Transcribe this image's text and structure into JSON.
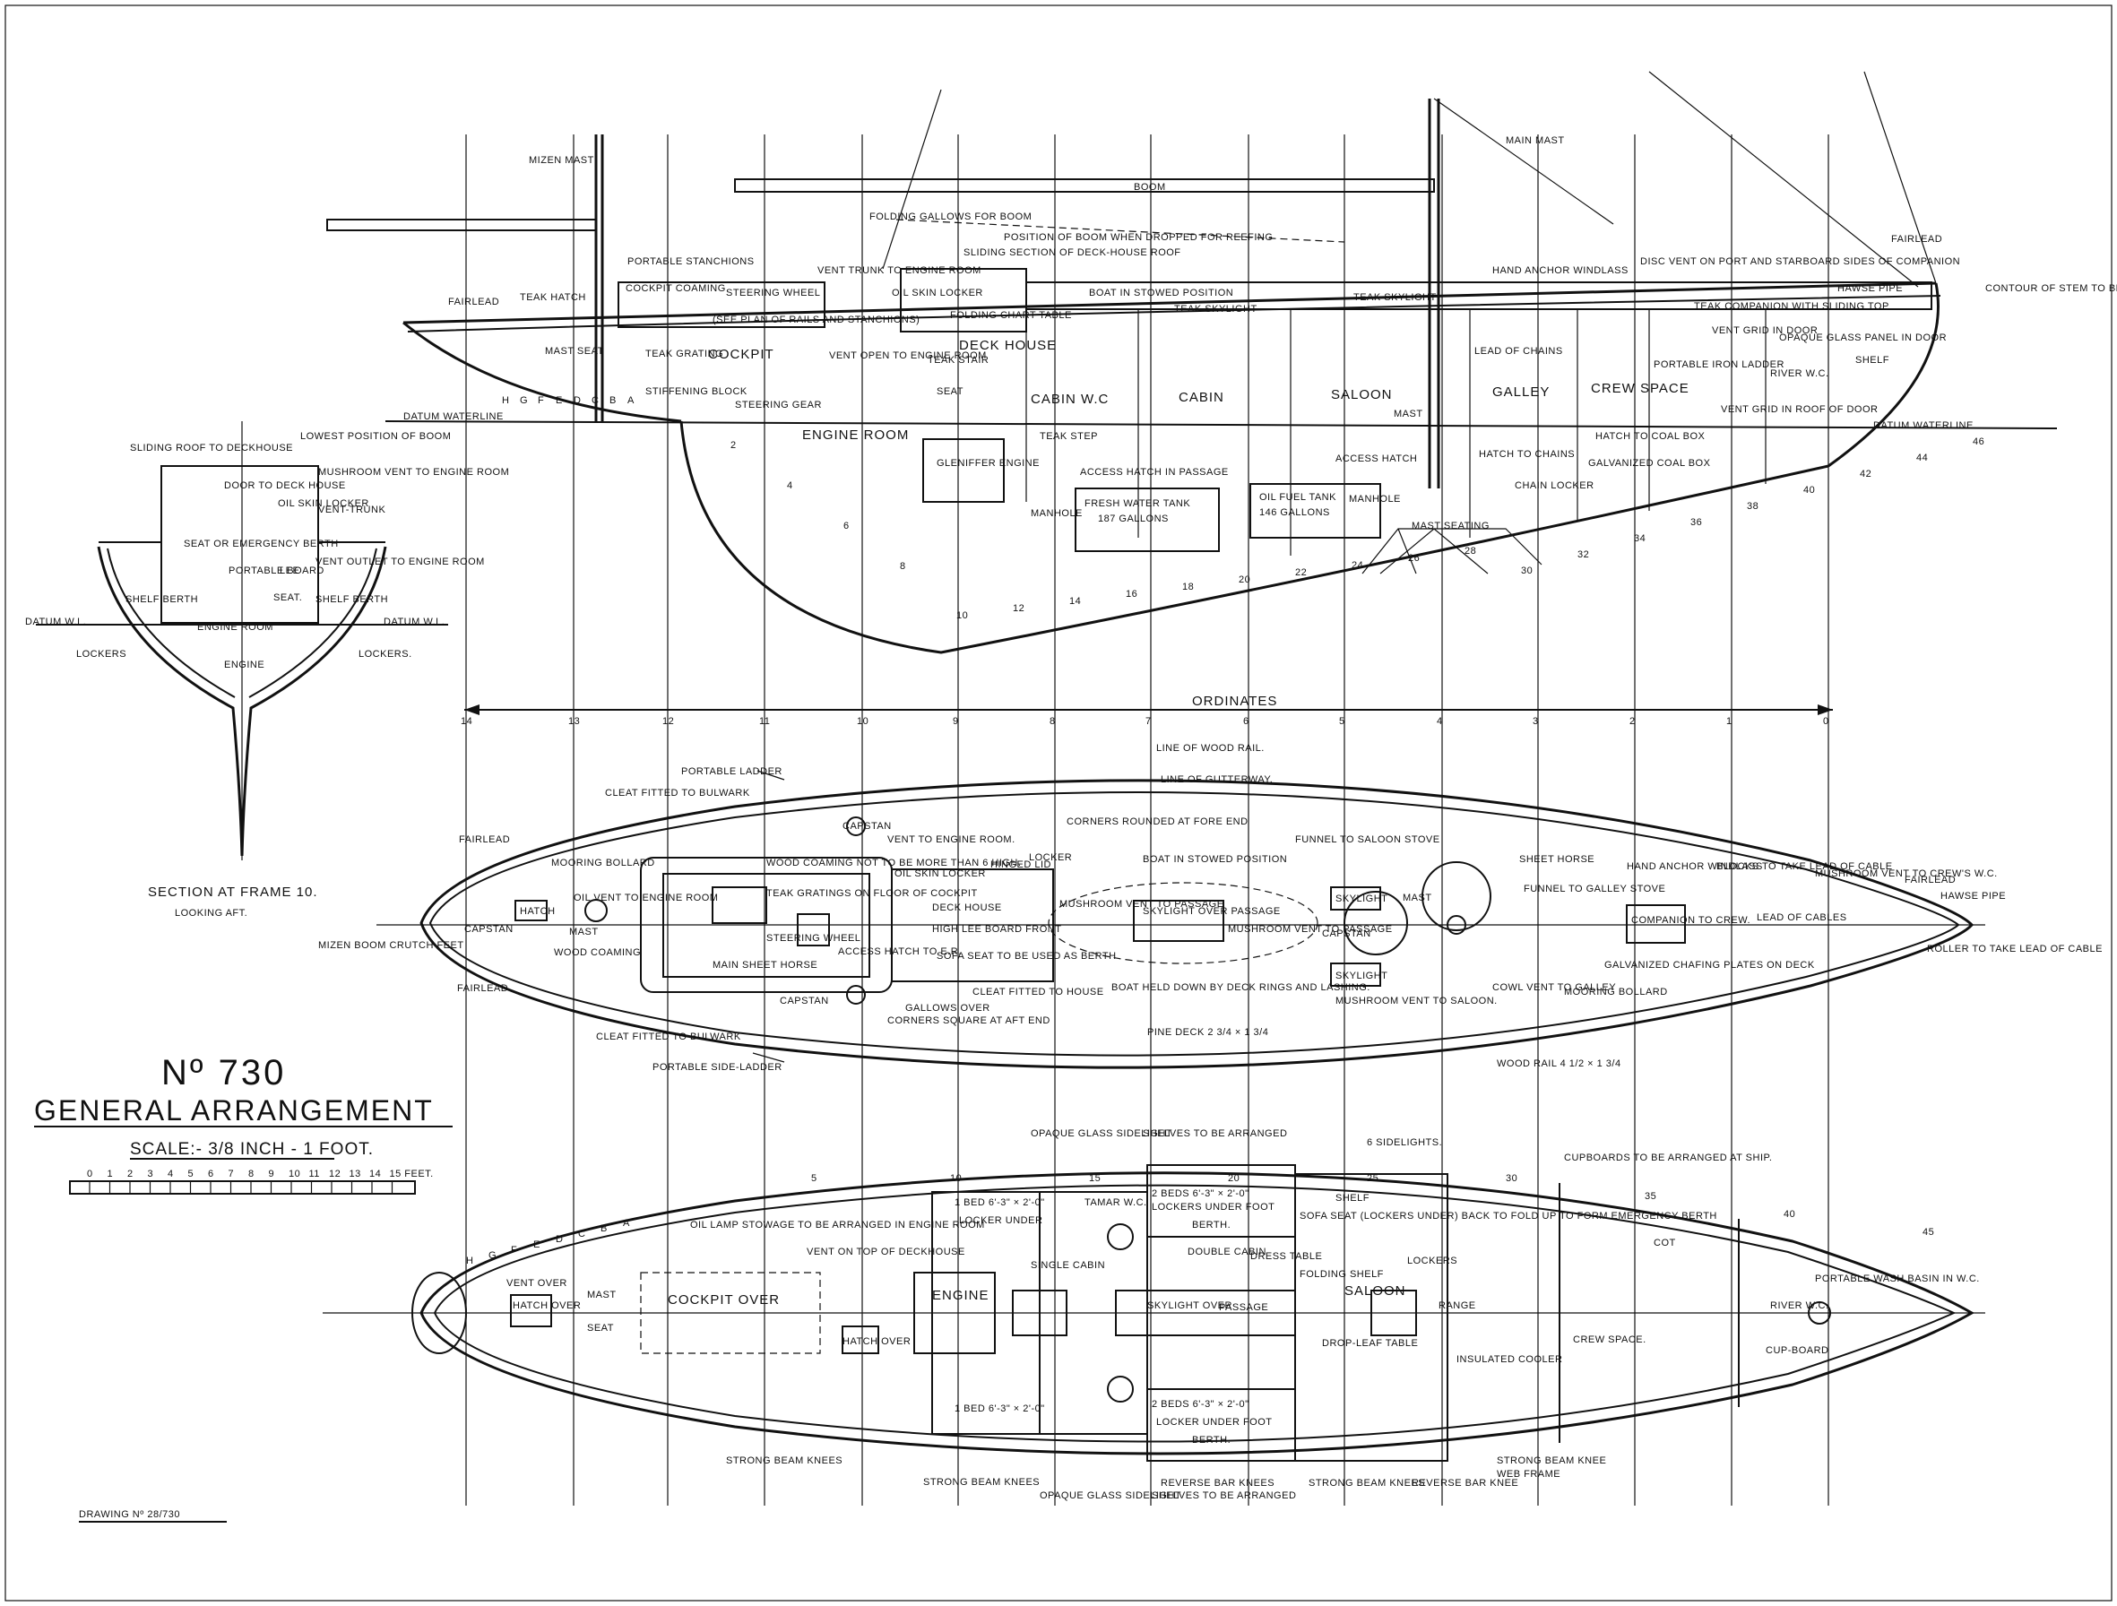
{
  "title_block": {
    "number": "Nº 730",
    "title": "GENERAL ARRANGEMENT",
    "scale": "SCALE:- 3/8 INCH - 1 FOOT.",
    "scale_bar_labels": [
      "0",
      "1",
      "2",
      "3",
      "4",
      "5",
      "6",
      "7",
      "8",
      "9",
      "10",
      "11",
      "12",
      "13",
      "14",
      "15 FEET."
    ],
    "drawing_number": "DRAWING Nº 28/730"
  },
  "section": {
    "title": "SECTION AT FRAME 10.",
    "subtitle": "LOOKING AFT.",
    "labels": {
      "sliding_roof": "SLIDING ROOF TO DECKHOUSE",
      "lowest_boom": "LOWEST POSITION OF BOOM",
      "mushroom_vent": "MUSHROOM VENT TO ENGINE ROOM",
      "door_deckhouse": "DOOR TO DECK HOUSE",
      "oilskin_locker": "OIL SKIN LOCKER",
      "vent_trunk": "VENT-TRUNK",
      "seat_berth": "SEAT OR EMERGENCY BERTH",
      "portable_board": "PORTABLE BOARD",
      "lee": "LEE",
      "vent_outlet": "VENT OUTLET TO ENGINE ROOM",
      "shelf_berth_l": "SHELF BERTH",
      "shelf_berth_r": "SHELF BERTH",
      "seat": "SEAT.",
      "engine_room": "ENGINE ROOM",
      "engine": "ENGINE",
      "datum_l": "DATUM W.L.",
      "datum_r": "DATUM W.L.",
      "lockers_l": "LOCKERS",
      "lockers_r": "LOCKERS."
    }
  },
  "profile": {
    "labels": {
      "mizen_mast": "MIZEN MAST",
      "main_mast": "MAIN MAST",
      "boom": "BOOM",
      "folding_gallows": "FOLDING GALLOWS FOR BOOM",
      "position_boom": "POSITION OF BOOM WHEN DROPPED FOR REEFING",
      "sliding_section": "SLIDING SECTION OF DECK-HOUSE ROOF",
      "portable_stanchions": "PORTABLE STANCHIONS",
      "vent_trunk": "VENT TRUNK TO ENGINE ROOM",
      "fairlead_aft": "FAIRLEAD",
      "teak_hatch": "TEAK HATCH",
      "cockpit_coaming": "COCKPIT COAMING",
      "steering_wheel": "STEERING WHEEL",
      "steering_note": "(SEE PLAN OF RAILS AND STANCHIONS)",
      "oilskin_locker": "OIL SKIN LOCKER",
      "folding_chart_table": "FOLDING CHART TABLE",
      "boat_stowed": "BOAT IN STOWED POSITION",
      "teak_skylight_1": "TEAK SKYLIGHT",
      "teak_skylight_2": "TEAK SKYLIGHT",
      "hand_anchor_windlass": "HAND ANCHOR WINDLASS",
      "disc_vent": "DISC VENT ON PORT AND STARBOARD SIDES OF COMPANION",
      "fairlead_fwd": "FAIRLEAD",
      "hawse_pipe": "HAWSE PIPE",
      "contour_stem": "CONTOUR OF STEM TO BE A FAIR LINE.",
      "teak_companion": "TEAK COMPANION WITH SLIDING TOP",
      "vent_grid_door": "VENT GRID IN DOOR",
      "opaque_glass": "OPAQUE GLASS PANEL IN DOOR",
      "mast_seat": "MAST SEAT",
      "teak_grating": "TEAK GRATING",
      "cockpit": "COCKPIT",
      "vent_open": "VENT OPEN TO ENGINE ROOM",
      "teak_stair": "TEAK STAIR",
      "deck_house": "DECK HOUSE",
      "seat": "SEAT",
      "cabin_wc": "CABIN  W.C",
      "cabin": "CABIN",
      "saloon": "SALOON",
      "galley": "GALLEY",
      "crew_space": "CREW SPACE",
      "lead_of_chains": "LEAD OF CHAINS",
      "portable_iron_ladder": "PORTABLE IRON LADDER",
      "river_wc": "RIVER W.C.",
      "shelf": "SHELF",
      "vent_grid_roof": "VENT GRID IN ROOF OF DOOR",
      "stiffening_block": "STIFFENING BLOCK",
      "steering_gear": "STEERING GEAR",
      "datum_waterline_aft": "DATUM WATERLINE",
      "datum_waterline_fwd": "DATUM WATERLINE",
      "engine_room": "ENGINE ROOM",
      "gleniffer_engine": "GLENIFFER ENGINE",
      "teak_step": "TEAK STEP",
      "access_hatch_passage": "ACCESS HATCH IN PASSAGE",
      "access_hatch": "ACCESS HATCH",
      "hatch_chains": "HATCH TO CHAINS",
      "hatch_coal": "HATCH TO COAL BOX",
      "galvanized_coal_box": "GALVANIZED COAL BOX",
      "chain_locker": "CHAIN LOCKER",
      "mast_2": "MAST",
      "manhole_1": "MANHOLE",
      "manhole_2": "MANHOLE",
      "fresh_water_tank": "FRESH WATER TANK",
      "fresh_water_gal": "187 GALLONS",
      "oil_fuel_tank": "OIL FUEL TANK",
      "oil_fuel_gal": "146 GALLONS",
      "mast_seating": "MAST SEATING",
      "ordinates": "ORDINATES"
    },
    "frame_numbers": [
      "2",
      "4",
      "6",
      "8",
      "10",
      "12",
      "14",
      "16",
      "18",
      "20",
      "22",
      "24",
      "26",
      "28",
      "30",
      "32",
      "34",
      "36",
      "38",
      "40",
      "42",
      "44",
      "46"
    ],
    "station_letters": [
      "H",
      "G",
      "F",
      "E",
      "D",
      "C",
      "B",
      "A"
    ],
    "ordinate_numbers": [
      "14",
      "13",
      "12",
      "11",
      "10",
      "9",
      "8",
      "7",
      "6",
      "5",
      "4",
      "3",
      "2",
      "1",
      "0"
    ]
  },
  "deck_plan": {
    "labels": {
      "line_wood_rail": "LINE OF WOOD RAIL.",
      "line_gutterway": "LINE OF GUTTERWAY.",
      "portable_ladder": "PORTABLE LADDER",
      "cleat_fitted_1": "CLEAT FITTED TO BULWARK",
      "cleat_fitted_2": "CLEAT FITTED TO BULWARK",
      "fairlead_1": "FAIRLEAD",
      "fairlead_2": "FAIRLEAD",
      "fairlead_fwd": "FAIRLEAD",
      "mooring_bollard": "MOORING BOLLARD",
      "mooring_bollard_fwd": "MOORING BOLLARD",
      "capstan_1": "CAPSTAN",
      "capstan_2": "CAPSTAN",
      "capstan_3": "CAPSTAN",
      "capstan_4": "CAPSTAN",
      "hatch": "HATCH",
      "mast_1": "MAST",
      "mast_2": "MAST",
      "oil_vent": "OIL VENT TO ENGINE ROOM",
      "wood_coaming": "WOOD COAMING",
      "wood_coaming_note": "WOOD COAMING NOT TO BE MORE THAN 6 HIGH.",
      "teak_gratings": "TEAK GRATINGS ON FLOOR OF COCKPIT",
      "steering_wheel": "STEERING WHEEL",
      "main_sheet_horse": "MAIN SHEET HORSE",
      "access_hatch_er": "ACCESS HATCH TO E.R.",
      "mizen_boom_crutch": "MIZEN BOOM CRUTCH FEET",
      "vent_engine_room": "VENT TO ENGINE ROOM.",
      "oilskin_locker": "OIL SKIN LOCKER",
      "deck_house": "DECK HOUSE",
      "high_lee_board": "HIGH LEE BOARD FRONT",
      "sofa_seat": "SOFA SEAT TO BE USED AS BERTH",
      "corners_rounded": "CORNERS ROUNDED AT FORE END",
      "hinged_lid": "HINGED LID",
      "locker": "LOCKER",
      "mushroom_vent_passage": "MUSHROOM VENT TO PASSAGE",
      "skylight_passage": "SKYLIGHT OVER PASSAGE",
      "boat_stowed": "BOAT IN STOWED POSITION",
      "mushroom_vent_passage_2": "MUSHROOM VENT TO PASSAGE",
      "funnel_saloon": "FUNNEL TO SALOON STOVE",
      "skylight_1": "SKYLIGHT",
      "skylight_2": "SKYLIGHT",
      "sheet_horse": "SHEET HORSE",
      "hand_anchor_windlass": "HAND ANCHOR WINDLASS",
      "funnel_galley": "FUNNEL TO GALLEY STOVE",
      "blocks_cable": "BLOCKS TO TAKE LEAD OF CABLE",
      "mushroom_vent_crew": "MUSHROOM VENT TO CREW'S W.C.",
      "companion_crew": "COMPANION TO CREW.",
      "lead_of_cables": "LEAD OF CABLES",
      "hawse_pipe": "HAWSE PIPE",
      "roller_cable": "ROLLER TO TAKE LEAD OF CABLE",
      "galvanized_chafing": "GALVANIZED CHAFING PLATES ON DECK",
      "cowl_vent_galley": "COWL VENT TO GALLEY",
      "mushroom_vent_saloon": "MUSHROOM VENT TO SALOON.",
      "boat_held_down": "BOAT HELD DOWN BY DECK RINGS AND LASHING.",
      "cleat_fitted_house": "CLEAT FITTED TO HOUSE",
      "gallows_over": "GALLOWS OVER",
      "corners_square": "CORNERS SQUARE AT AFT END",
      "pine_deck": "PINE DECK 2 3/4 × 1 3/4",
      "wood_rail": "WOOD RAIL 4 1/2 × 1 3/4",
      "portable_side_ladder": "PORTABLE SIDE-LADDER"
    }
  },
  "accommodation_plan": {
    "labels": {
      "opaque_glass_sidelight": "OPAQUE GLASS SIDELIGHT",
      "shelves_arranged": "SHELVES TO BE ARRANGED",
      "sidelights_6": "6 SIDELIGHTS.",
      "cupboards": "CUPBOARDS TO BE ARRANGED AT SHIP.",
      "oil_lamp": "OIL LAMP STOWAGE TO BE ARRANGED IN ENGINE ROOM",
      "vent_on_top": "VENT ON TOP OF DECKHOUSE",
      "vent_over": "VENT OVER",
      "hatch_over": "HATCH OVER",
      "mast": "MAST",
      "seat": "SEAT",
      "cockpit_over": "COCKPIT OVER",
      "hatch_over_2": "HATCH OVER",
      "engine": "ENGINE",
      "bed_upper": "1 BED 6'-3\" × 2'-0\"",
      "locker_under": "LOCKER UNDER",
      "tamar_wc": "TAMAR W.C.",
      "two_beds": "2 BEDS 6'-3\" × 2'-0\"",
      "lockers_under_foot": "LOCKERS UNDER FOOT",
      "berth": "BERTH.",
      "shelf": "SHELF",
      "sofa_seat_emergency": "SOFA SEAT (LOCKERS UNDER) BACK TO FOLD UP TO FORM EMERGENCY BERTH",
      "lockers": "LOCKERS",
      "cot": "COT",
      "single_cabin": "SINGLE CABIN",
      "double_cabin": "DOUBLE CABIN",
      "dress_table": "DRESS TABLE",
      "folding_shelf": "FOLDING SHELF",
      "saloon": "SALOON",
      "skylight_over": "SKYLIGHT OVER",
      "passage": "PASSAGE",
      "range": "RANGE",
      "crew_space": "CREW SPACE.",
      "river_wc": "RIVER W.C.",
      "portable_wash_basin": "PORTABLE WASH BASIN IN W.C.",
      "cupboard": "CUP-BOARD",
      "drop_leaf": "DROP-LEAF TABLE",
      "bed_lower": "1 BED 6'-3\" × 2'-0\"",
      "two_beds_lower": "2 BEDS 6'-3\" × 2'-0\"",
      "locker_under_foot": "LOCKER UNDER FOOT",
      "berth_lower": "BERTH.",
      "strong_beam_knees_1": "STRONG BEAM KNEES",
      "strong_beam_knees_2": "STRONG BEAM KNEES",
      "strong_beam_knees_3": "STRONG BEAM KNEES",
      "strong_beam_knee": "STRONG BEAM KNEE",
      "reverse_bar_knees": "REVERSE BAR KNEES",
      "reverse_bar_knee": "REVERSE BAR KNEE",
      "web_frame": "WEB FRAME",
      "insulated_cooler": "INSULATED COOLER",
      "opaque_glass_sidelight_2": "OPAQUE GLASS SIDELIGHT",
      "shelves_arranged_2": "SHELVES TO BE ARRANGED",
      "frame_nums": [
        "5",
        "10",
        "15",
        "20",
        "25",
        "30",
        "35",
        "40",
        "45"
      ],
      "station_letters": [
        "H",
        "G",
        "F",
        "E",
        "D",
        "C",
        "B",
        "A"
      ]
    }
  }
}
